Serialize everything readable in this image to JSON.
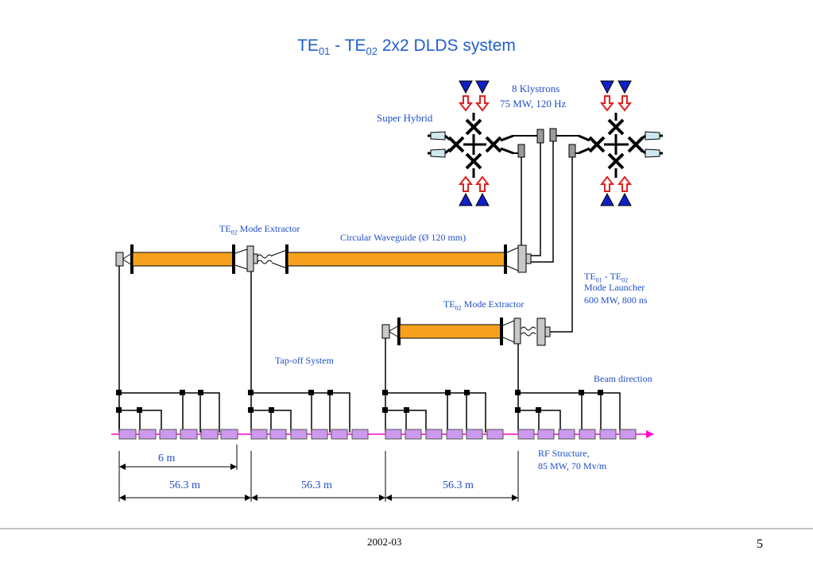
{
  "title": {
    "prefix": "TE",
    "sub1": "01",
    "mid": " - TE",
    "sub2": "02",
    "suffix": " 2x2 DLDS system"
  },
  "labels": {
    "klystrons_line1": "8  Klystrons",
    "klystrons_line2": "75  MW, 120 Hz",
    "super_hybrid": "Super Hybrid",
    "extractor1_te": "TE",
    "extractor1_sub": "02",
    "extractor1_rest": "  Mode Extractor",
    "circular_waveguide": "Circular Waveguide (Ø 120 mm)",
    "launcher_te1": "TE",
    "launcher_sub1": "01",
    "launcher_mid": " -  TE",
    "launcher_sub2": "02",
    "launcher_line2": "Mode Launcher",
    "launcher_line3": "600 MW, 800 ns",
    "extractor2_te": "TE",
    "extractor2_sub": "02",
    "extractor2_rest": "  Mode Extractor",
    "tapoff": "Tap-off  System",
    "beam_direction": "Beam direction",
    "rf_line1": "RF Structure,",
    "rf_line2": "85 MW,  70 Mv/m",
    "dim_6m": "6 m",
    "dim_56a": "56.3 m",
    "dim_56b": "56.3 m",
    "dim_56c": "56.3 m"
  },
  "footer": {
    "date": "2002-03",
    "page": "5"
  },
  "colors": {
    "title": "#1f5fd1",
    "label": "#1f4ec8",
    "waveguide": "#f7a21e",
    "rf": "#cc99ee",
    "beam": "#ff00cc",
    "klystron": "#1020c8",
    "arrow": "#e02020"
  }
}
